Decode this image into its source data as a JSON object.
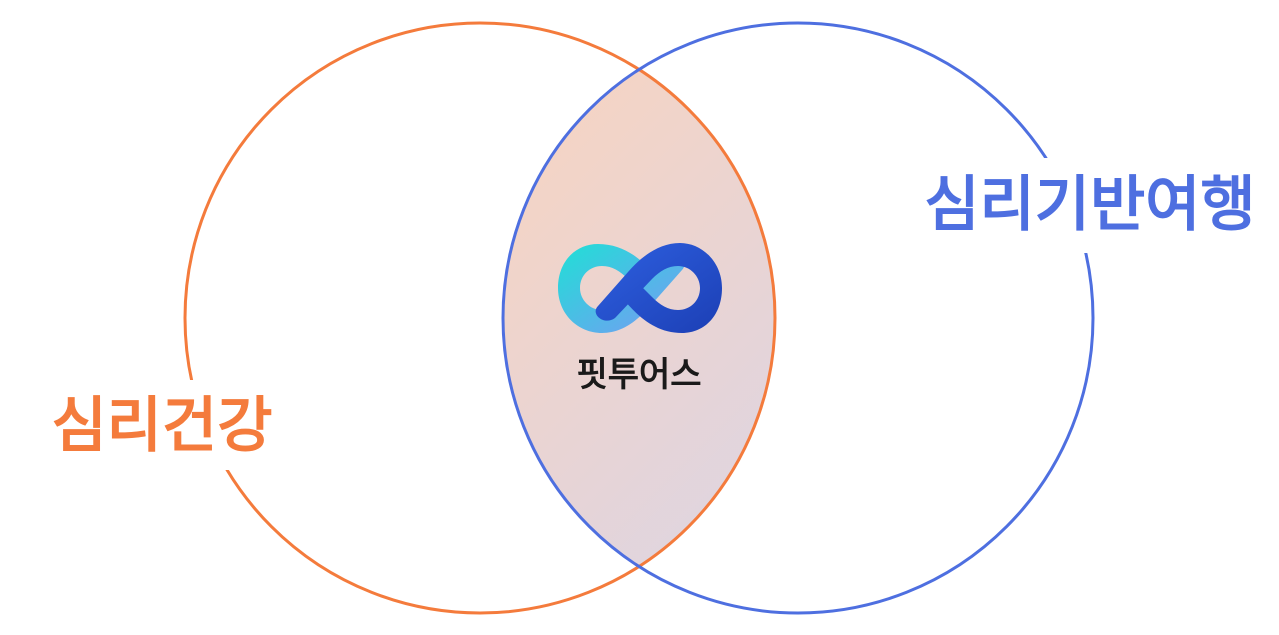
{
  "diagram": {
    "left_set": {
      "label": "심리건강",
      "color": "#F47B3C"
    },
    "right_set": {
      "label": "심리기반여행",
      "color": "#4E6FE0"
    },
    "intersection": {
      "brand_name": "핏투어스",
      "logo": "infinity-logo-icon",
      "gradient_start": "#FAD3BE",
      "gradient_end": "#CFD6F4"
    }
  }
}
